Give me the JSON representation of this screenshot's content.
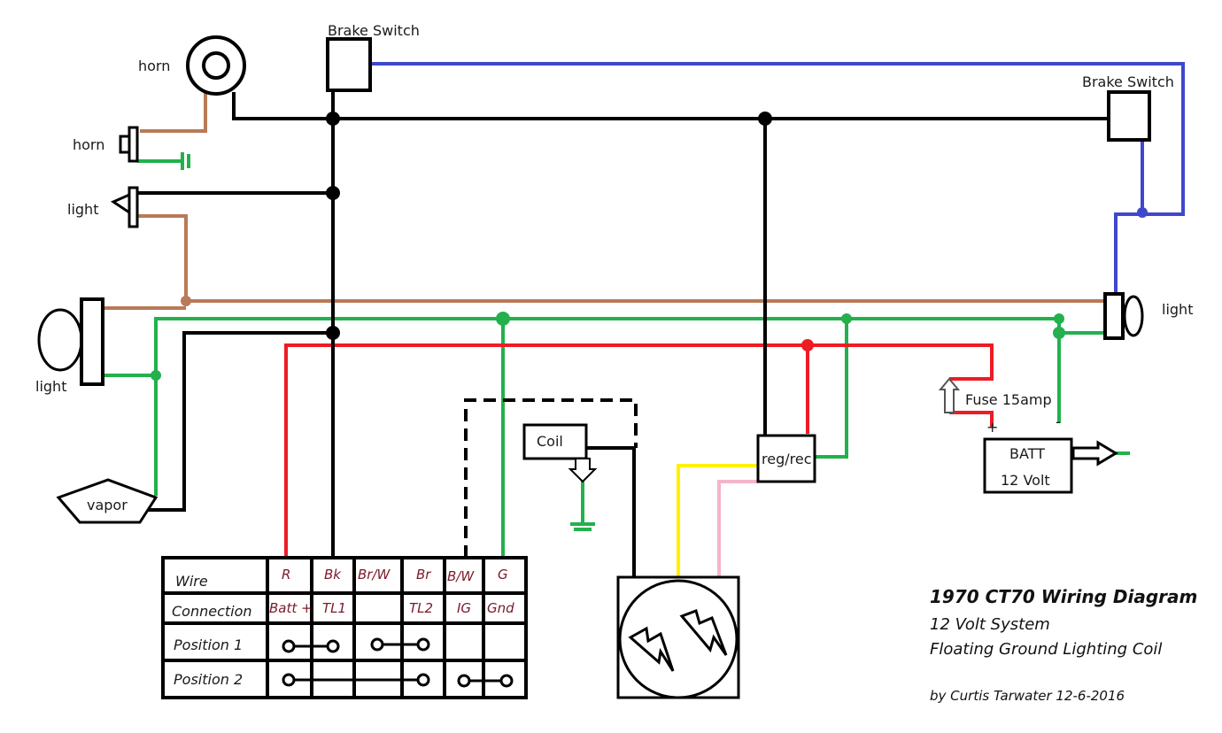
{
  "labels": {
    "horn_top": "horn",
    "horn_switch": "horn",
    "light_switch": "light",
    "headlight": "light",
    "taillight": "light",
    "brake_switch_front": "Brake Switch",
    "brake_switch_rear": "Brake Switch",
    "vapor": "vapor",
    "coil": "Coil",
    "regrec": "reg/rec",
    "fuse": "Fuse 15amp",
    "batt_name": "BATT",
    "batt_volt": "12 Volt",
    "batt_plus": "+",
    "batt_minus": "-"
  },
  "table": {
    "row_headers": [
      "Wire",
      "Connection",
      "Position 1",
      "Position 2"
    ],
    "wires": [
      "R",
      "Bk",
      "Br/W",
      "Br",
      "B/W",
      "G"
    ],
    "connections": [
      "Batt +",
      "TL1",
      "",
      "TL2",
      "IG",
      "Gnd"
    ]
  },
  "title": {
    "main": "1970 CT70 Wiring Diagram",
    "line1": "12 Volt System",
    "line2": "Floating Ground Lighting Coil",
    "credit": "by Curtis Tarwater 12-6-2016"
  },
  "colors": {
    "black": "#000000",
    "blue": "#3f48cc",
    "brown": "#b97a57",
    "green": "#22b14c",
    "red": "#ed1c24",
    "yellow": "#fff200",
    "pink": "#f5b5c8"
  }
}
